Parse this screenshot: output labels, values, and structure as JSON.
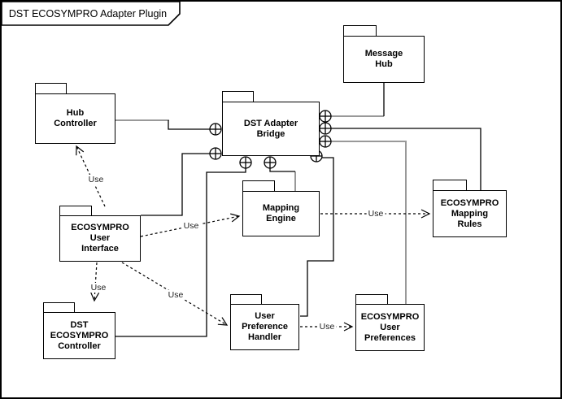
{
  "frame": {
    "title": "DST ECOSYMPRO Adapter Plugin"
  },
  "packages": [
    {
      "id": "hub-controller",
      "label": "Hub\nController"
    },
    {
      "id": "message-hub",
      "label": "Message\nHub"
    },
    {
      "id": "dst-adapter-bridge",
      "label": "DST Adapter\nBridge"
    },
    {
      "id": "mapping-engine",
      "label": "Mapping\nEngine"
    },
    {
      "id": "ecosympro-mapping-rules",
      "label": "ECOSYMPRO\nMapping\nRules"
    },
    {
      "id": "ecosympro-user-interface",
      "label": "ECOSYMPRO\nUser\nInterface"
    },
    {
      "id": "dst-ecosympro-controller",
      "label": "DST\nECOSYMPRO\nController"
    },
    {
      "id": "user-preference-handler",
      "label": "User\nPreference\nHandler"
    },
    {
      "id": "ecosympro-user-preferences",
      "label": "ECOSYMPRO\nUser\nPreferences"
    }
  ],
  "connectors": {
    "dependencies": [
      {
        "from": "ecosympro-user-interface",
        "to": "hub-controller",
        "label": "Use"
      },
      {
        "from": "ecosympro-user-interface",
        "to": "mapping-engine",
        "label": "Use"
      },
      {
        "from": "ecosympro-user-interface",
        "to": "dst-ecosympro-controller",
        "label": "Use"
      },
      {
        "from": "ecosympro-user-interface",
        "to": "user-preference-handler",
        "label": "Use"
      },
      {
        "from": "mapping-engine",
        "to": "ecosympro-mapping-rules",
        "label": "Use"
      },
      {
        "from": "user-preference-handler",
        "to": "ecosympro-user-preferences",
        "label": "Use"
      }
    ],
    "links": [
      {
        "from": "hub-controller",
        "to": "dst-adapter-bridge"
      },
      {
        "from": "message-hub",
        "to": "dst-adapter-bridge"
      },
      {
        "from": "dst-adapter-bridge",
        "to": "ecosympro-mapping-rules"
      },
      {
        "from": "dst-adapter-bridge",
        "to": "ecosympro-user-preferences"
      },
      {
        "from": "dst-adapter-bridge",
        "to": "ecosympro-user-interface"
      },
      {
        "from": "dst-adapter-bridge",
        "to": "dst-ecosympro-controller"
      },
      {
        "from": "dst-adapter-bridge",
        "to": "mapping-engine"
      },
      {
        "from": "dst-adapter-bridge",
        "to": "user-preference-handler"
      }
    ],
    "port_count": 8
  },
  "colors": {
    "line_black": "#000000",
    "line_gray": "#999999",
    "background": "#ffffff",
    "shape_fill": "#ffffff",
    "text": "#000000"
  }
}
